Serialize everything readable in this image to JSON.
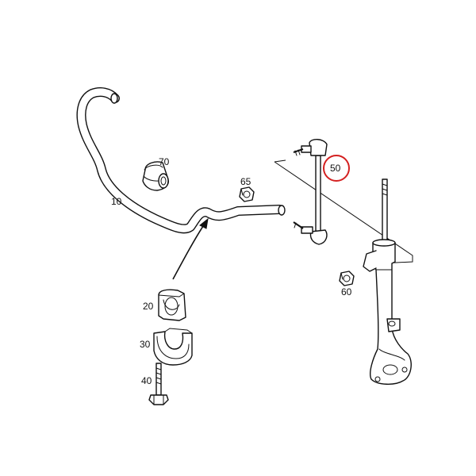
{
  "diagram": {
    "labels": {
      "stabilizer_bar": "10",
      "bushing": "20",
      "bracket": "30",
      "bolt": "40",
      "link": "50",
      "nut_lower": "60",
      "nut_upper": "65",
      "rubber_mount": "70"
    },
    "highlight_color": "#d42020",
    "line_color": "#111111"
  }
}
